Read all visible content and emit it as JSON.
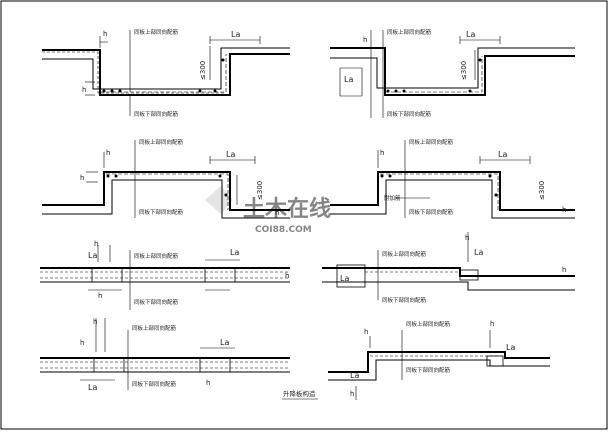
{
  "labels": {
    "h": "h",
    "La": "La",
    "le300": "≤300",
    "top_note": "同板上部同向配筋",
    "bottom_note": "同板下部同向配筋",
    "extra_note": "附加筋"
  },
  "caption": "升降板构造",
  "watermark": {
    "name": "土木在线",
    "url": "COI88.COM"
  }
}
